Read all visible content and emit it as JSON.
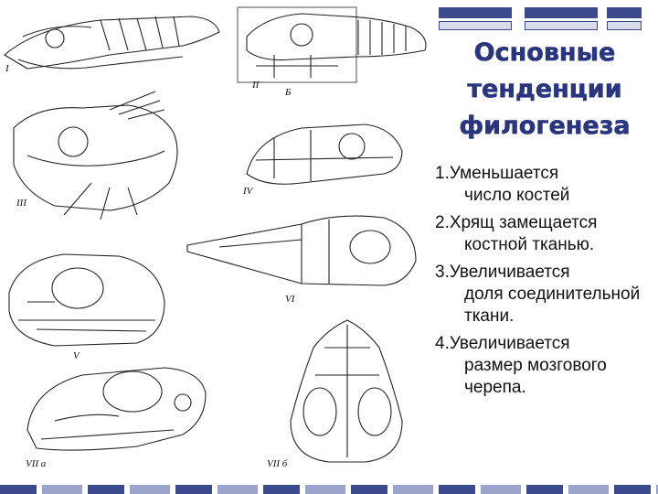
{
  "slide": {
    "title": "Основные тенденции филогенеза",
    "items": [
      {
        "num": "1.",
        "first": "Уменьшается",
        "rest": "число костей"
      },
      {
        "num": "2.",
        "first": "Хрящ  замещается",
        "rest": "костной тканью."
      },
      {
        "num": "3.",
        "first": "Увеличивается",
        "rest": "доля соединительной ткани."
      },
      {
        "num": "4.",
        "first": "Увеличивается",
        "rest": "размер  мозгового черепа."
      }
    ]
  },
  "figure": {
    "labels": [
      "I",
      "II",
      "III",
      "IV",
      "V",
      "VI",
      "VII a",
      "VII б"
    ],
    "letter_b": "Б"
  },
  "colors": {
    "accent": "#2a3580",
    "bar": "#3b4a8c"
  }
}
